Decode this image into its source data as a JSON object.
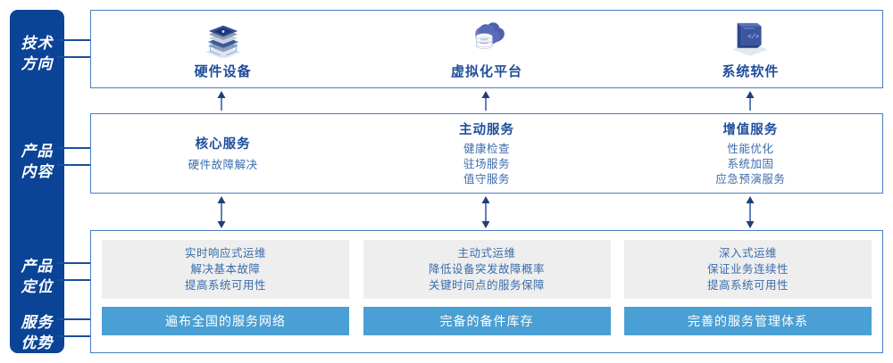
{
  "sidebar": {
    "items": [
      {
        "name": "tech-direction",
        "line1": "技术",
        "line2": "方向"
      },
      {
        "name": "product-content",
        "line1": "产品",
        "line2": "内容"
      },
      {
        "name": "product-positioning",
        "line1": "产品",
        "line2": "定位"
      },
      {
        "name": "service-advantage",
        "line1": "服务",
        "line2": "优势"
      }
    ]
  },
  "tech_section": {
    "columns": [
      {
        "icon": "server-stack-icon",
        "label": "硬件设备"
      },
      {
        "icon": "cloud-database-icon",
        "label": "虚拟化平台"
      },
      {
        "icon": "laptop-code-icon",
        "label": "系统软件"
      }
    ]
  },
  "content_section": {
    "columns": [
      {
        "title": "核心服务",
        "items": [
          "硬件故障解决"
        ]
      },
      {
        "title": "主动服务",
        "items": [
          "健康检查",
          "驻场服务",
          "值守服务"
        ]
      },
      {
        "title": "增值服务",
        "items": [
          "性能优化",
          "系统加固",
          "应急预演服务"
        ]
      }
    ]
  },
  "positioning_section": {
    "cards": [
      {
        "lines": [
          "实时响应式运维",
          "解决基本故障",
          "提高系统可用性"
        ]
      },
      {
        "lines": [
          "主动式运维",
          "降低设备突发故障概率",
          "关键时间点的服务保障"
        ]
      },
      {
        "lines": [
          "深入式运维",
          "保证业务连续性",
          "提高系统可用性"
        ]
      }
    ]
  },
  "advantage_section": {
    "bars": [
      {
        "label": "遍布全国的服务网络"
      },
      {
        "label": "完备的备件库存"
      },
      {
        "label": "完善的服务管理体系"
      }
    ]
  },
  "colors": {
    "sidebar_bg": "#0b4496",
    "box_border": "#4a7fc1",
    "title_blue": "#1f4e9c",
    "body_blue": "#3b6cab",
    "card_gray": "#eeeeee",
    "bar_blue": "#4a9fd4",
    "arrow_navy": "#1f3f7a"
  }
}
